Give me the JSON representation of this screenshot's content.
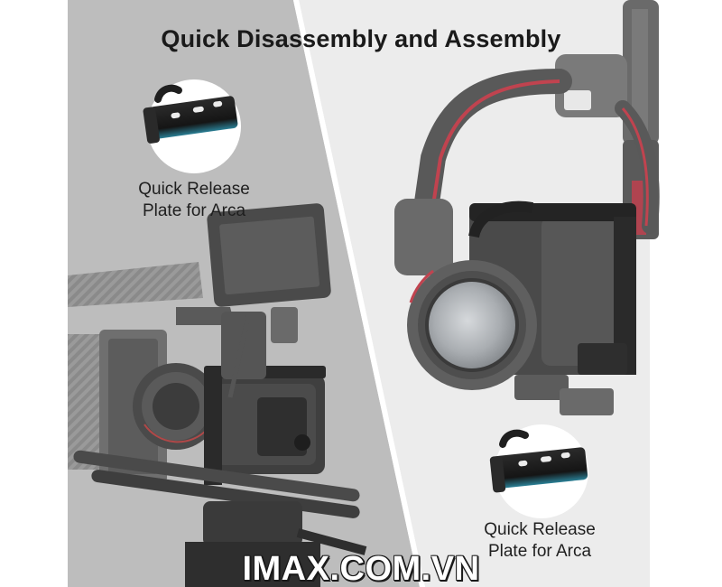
{
  "headline": "Quick Disassembly and Assembly",
  "callout_left": {
    "line1": "Quick Release",
    "line2": "Plate for Arca"
  },
  "callout_right": {
    "line1": "Quick Release",
    "line2": "Plate for Arca"
  },
  "watermark": "IMAX.COM.VN",
  "colors": {
    "left_panel": "#bdbdbd",
    "right_panel": "#ececec",
    "gimbal_accent": "#c0434f",
    "plate_accent": "#2a7f95",
    "watermark_fill": "#ffffff"
  }
}
